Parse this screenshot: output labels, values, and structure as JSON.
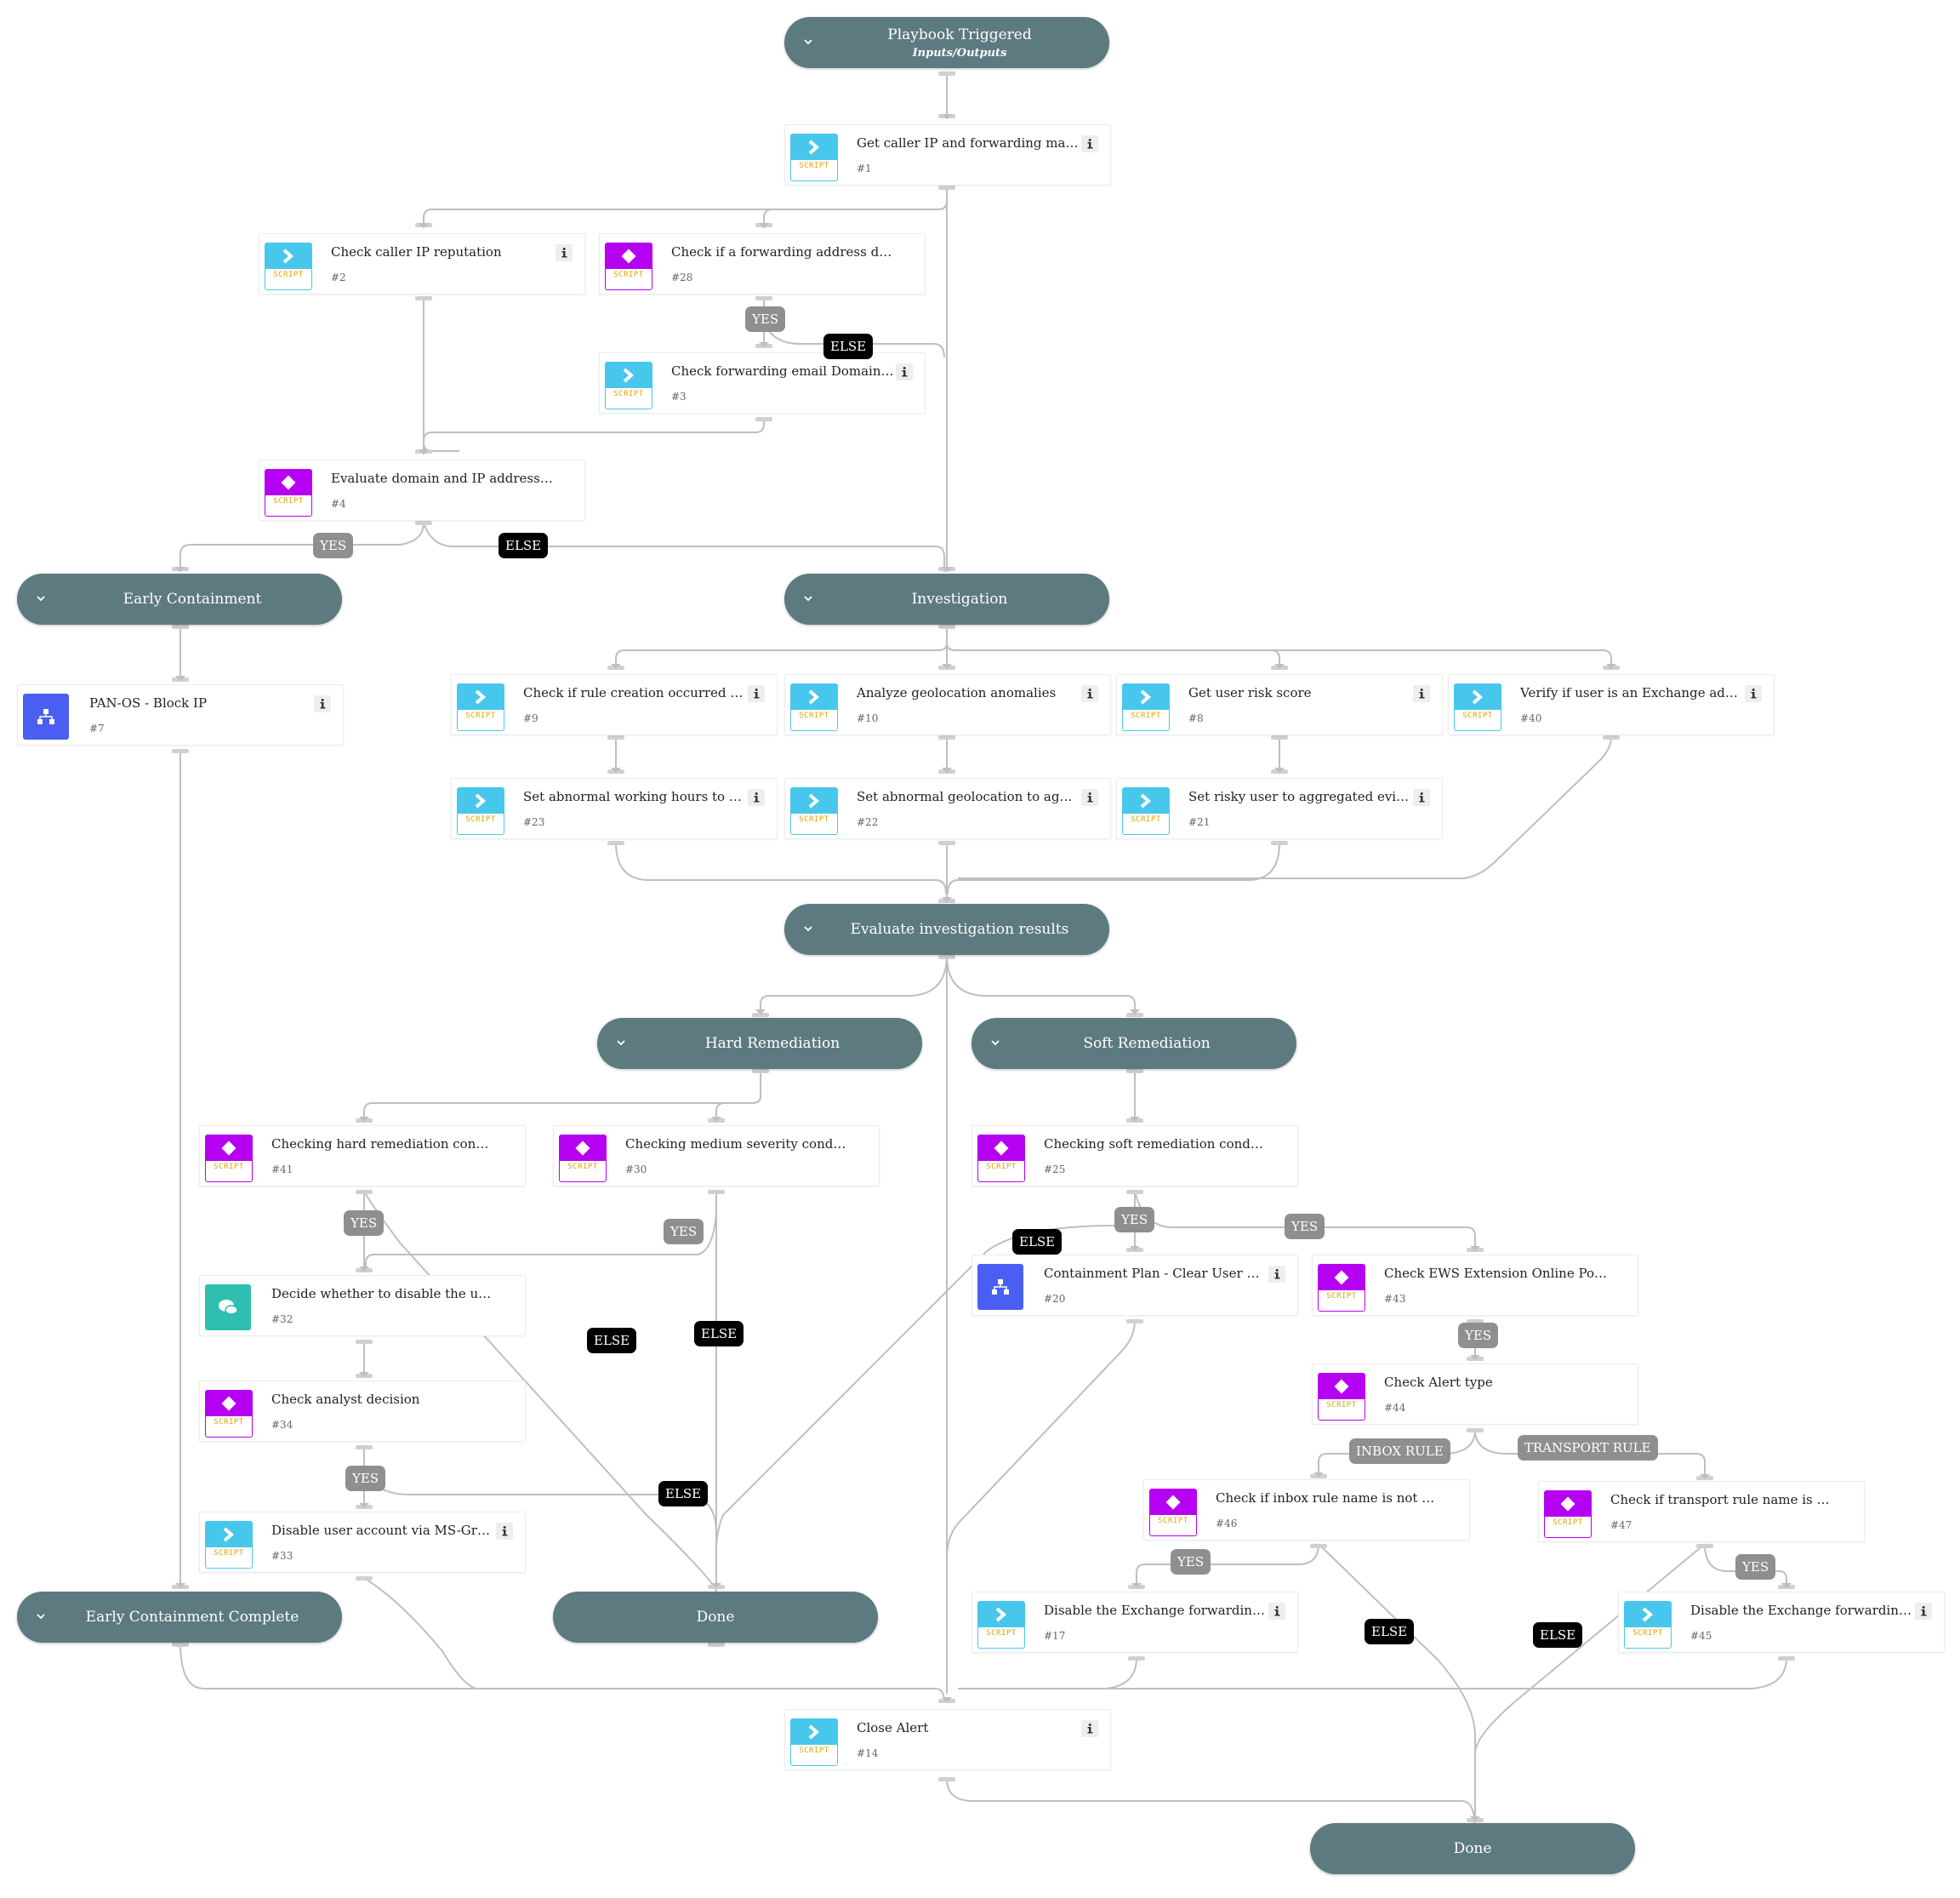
{
  "colors": {
    "section": "#5d7a80",
    "wire": "#bfbfbf",
    "script": "#48c7ec",
    "condition": "#b600f2",
    "playbook": "#4a5ff1",
    "manual": "#2ebfb0",
    "yes_badge": "#8f8f8f",
    "else_badge": "#000000",
    "script_label": "#e0a300"
  },
  "sections": [
    {
      "id": "playbook-triggered",
      "title": "Playbook Triggered",
      "subtitle": "Inputs/Outputs"
    },
    {
      "id": "early-containment",
      "title": "Early Containment"
    },
    {
      "id": "investigation",
      "title": "Investigation"
    },
    {
      "id": "evaluate-investigation-results",
      "title": "Evaluate investigation results"
    },
    {
      "id": "hard-remediation",
      "title": "Hard Remediation"
    },
    {
      "id": "soft-remediation",
      "title": "Soft Remediation"
    },
    {
      "id": "early-containment-complete",
      "title": "Early Containment Complete"
    },
    {
      "id": "done-1",
      "title": "Done"
    },
    {
      "id": "done-2",
      "title": "Done"
    }
  ],
  "tasks": [
    {
      "name": "Get caller IP and forwarding mail add…",
      "id": "#1",
      "type": "script",
      "tag": "SCRIPT"
    },
    {
      "name": "Check caller IP reputation",
      "id": "#2",
      "type": "script",
      "tag": "SCRIPT"
    },
    {
      "name": "Check if a forwarding address domain ex…",
      "id": "#28",
      "type": "condition",
      "tag": "SCRIPT"
    },
    {
      "name": "Check forwarding email Domain repu…",
      "id": "#3",
      "type": "script",
      "tag": "SCRIPT"
    },
    {
      "name": "Evaluate domain and IP address risk level",
      "id": "#4",
      "type": "condition",
      "tag": "SCRIPT"
    },
    {
      "name": "PAN-OS - Block IP",
      "id": "#7",
      "type": "playbook"
    },
    {
      "name": "Check if rule creation occurred outsid…",
      "id": "#9",
      "type": "script",
      "tag": "SCRIPT"
    },
    {
      "name": "Analyze geolocation anomalies",
      "id": "#10",
      "type": "script",
      "tag": "SCRIPT"
    },
    {
      "name": "Get user risk score",
      "id": "#8",
      "type": "script",
      "tag": "SCRIPT"
    },
    {
      "name": "Verify if user is an Exchange admin",
      "id": "#40",
      "type": "script",
      "tag": "SCRIPT"
    },
    {
      "name": "Set abnormal working hours to aggre…",
      "id": "#23",
      "type": "script",
      "tag": "SCRIPT"
    },
    {
      "name": "Set abnormal geolocation to aggregat…",
      "id": "#22",
      "type": "script",
      "tag": "SCRIPT"
    },
    {
      "name": "Set risky user to aggregated evidences",
      "id": "#21",
      "type": "script",
      "tag": "SCRIPT"
    },
    {
      "name": "Checking hard remediation conditions",
      "id": "#41",
      "type": "condition",
      "tag": "SCRIPT"
    },
    {
      "name": "Checking medium severity conditions",
      "id": "#30",
      "type": "condition",
      "tag": "SCRIPT"
    },
    {
      "name": "Checking soft remediation conditions",
      "id": "#25",
      "type": "condition",
      "tag": "SCRIPT"
    },
    {
      "name": "Decide whether to disable the user account",
      "id": "#32",
      "type": "manual"
    },
    {
      "name": "Containment Plan - Clear User Sessions",
      "id": "#20",
      "type": "playbook"
    },
    {
      "name": "Check EWS Extension Online Powershe…",
      "id": "#43",
      "type": "condition",
      "tag": "SCRIPT"
    },
    {
      "name": "Check analyst decision",
      "id": "#34",
      "type": "condition",
      "tag": "SCRIPT"
    },
    {
      "name": "Check Alert type",
      "id": "#44",
      "type": "condition",
      "tag": "SCRIPT"
    },
    {
      "name": "Check if inbox rule name is not empty",
      "id": "#46",
      "type": "condition",
      "tag": "SCRIPT"
    },
    {
      "name": "Check if transport rule name is not empty",
      "id": "#47",
      "type": "condition",
      "tag": "SCRIPT"
    },
    {
      "name": "Disable user account via MS-Graph",
      "id": "#33",
      "type": "script",
      "tag": "SCRIPT"
    },
    {
      "name": "Disable the Exchange forwarding inb…",
      "id": "#17",
      "type": "script",
      "tag": "SCRIPT"
    },
    {
      "name": "Disable the Exchange forwarding tran…",
      "id": "#45",
      "type": "script",
      "tag": "SCRIPT"
    },
    {
      "name": "Close Alert",
      "id": "#14",
      "type": "script",
      "tag": "SCRIPT"
    }
  ],
  "badges": [
    "YES",
    "ELSE",
    "YES",
    "ELSE",
    "YES",
    "YES",
    "ELSE",
    "ELSE",
    "YES",
    "ELSE",
    "YES",
    "YES",
    "ELSE",
    "YES",
    "INBOX RULE",
    "TRANSPORT RULE",
    "YES",
    "ELSE",
    "ELSE",
    "YES"
  ]
}
